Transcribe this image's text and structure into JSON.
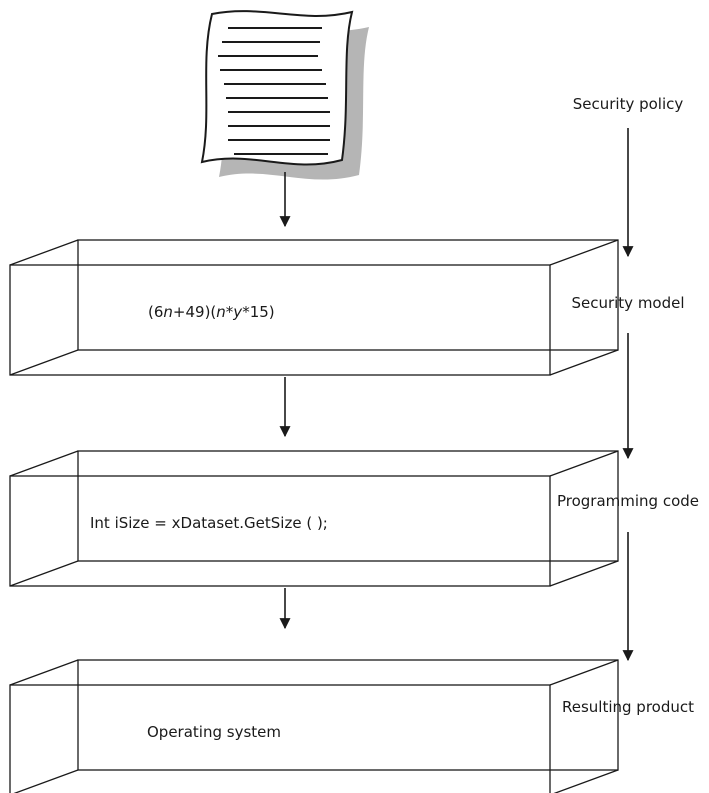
{
  "document": {
    "lines": 10
  },
  "boxes": [
    {
      "id": "model",
      "text_parts": [
        {
          "t": "(6",
          "italic": false
        },
        {
          "t": "n",
          "italic": true
        },
        {
          "t": "+49)(",
          "italic": false
        },
        {
          "t": "n",
          "italic": true
        },
        {
          "t": "*",
          "italic": false
        },
        {
          "t": "y",
          "italic": true
        },
        {
          "t": "*15)",
          "italic": false
        }
      ]
    },
    {
      "id": "code",
      "text": "Int iSize = xDataset.GetSize ( );"
    },
    {
      "id": "product",
      "text": "Operating system"
    }
  ],
  "stages": [
    {
      "label": "Security policy"
    },
    {
      "label": "Security model"
    },
    {
      "label": "Programming code"
    },
    {
      "label": "Resulting product"
    }
  ],
  "colors": {
    "line": "#1a1a1a",
    "shadow": "#b5b5b5",
    "background": "#ffffff"
  }
}
